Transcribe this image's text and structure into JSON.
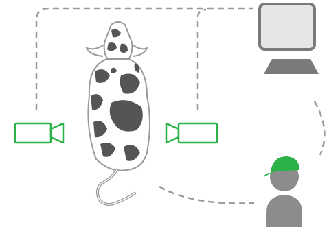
{
  "diagram": {
    "nodes": [
      {
        "id": "camera-left",
        "icon": "video-camera-icon"
      },
      {
        "id": "cow",
        "icon": "cow-top-view-icon"
      },
      {
        "id": "camera-right",
        "icon": "video-camera-icon"
      },
      {
        "id": "computer",
        "icon": "computer-monitor-icon"
      },
      {
        "id": "farmer",
        "icon": "person-with-cap-icon"
      }
    ],
    "connections": [
      {
        "from": "camera-left",
        "to": "computer",
        "style": "dashed"
      },
      {
        "from": "camera-right",
        "to": "computer",
        "style": "dashed"
      },
      {
        "from": "computer",
        "to": "farmer",
        "style": "dashed"
      },
      {
        "from": "cow",
        "to": "farmer",
        "style": "dashed"
      }
    ]
  },
  "colors": {
    "camera_stroke": "#2bb34a",
    "cap": "#2bb34a",
    "dashed_line": "#9a9a9a",
    "cow_outline": "#9a9a9a",
    "cow_spots": "#555555",
    "monitor_frame": "#7a7a7a",
    "monitor_screen": "#e6e6e6",
    "person": "#8c8c8c"
  }
}
